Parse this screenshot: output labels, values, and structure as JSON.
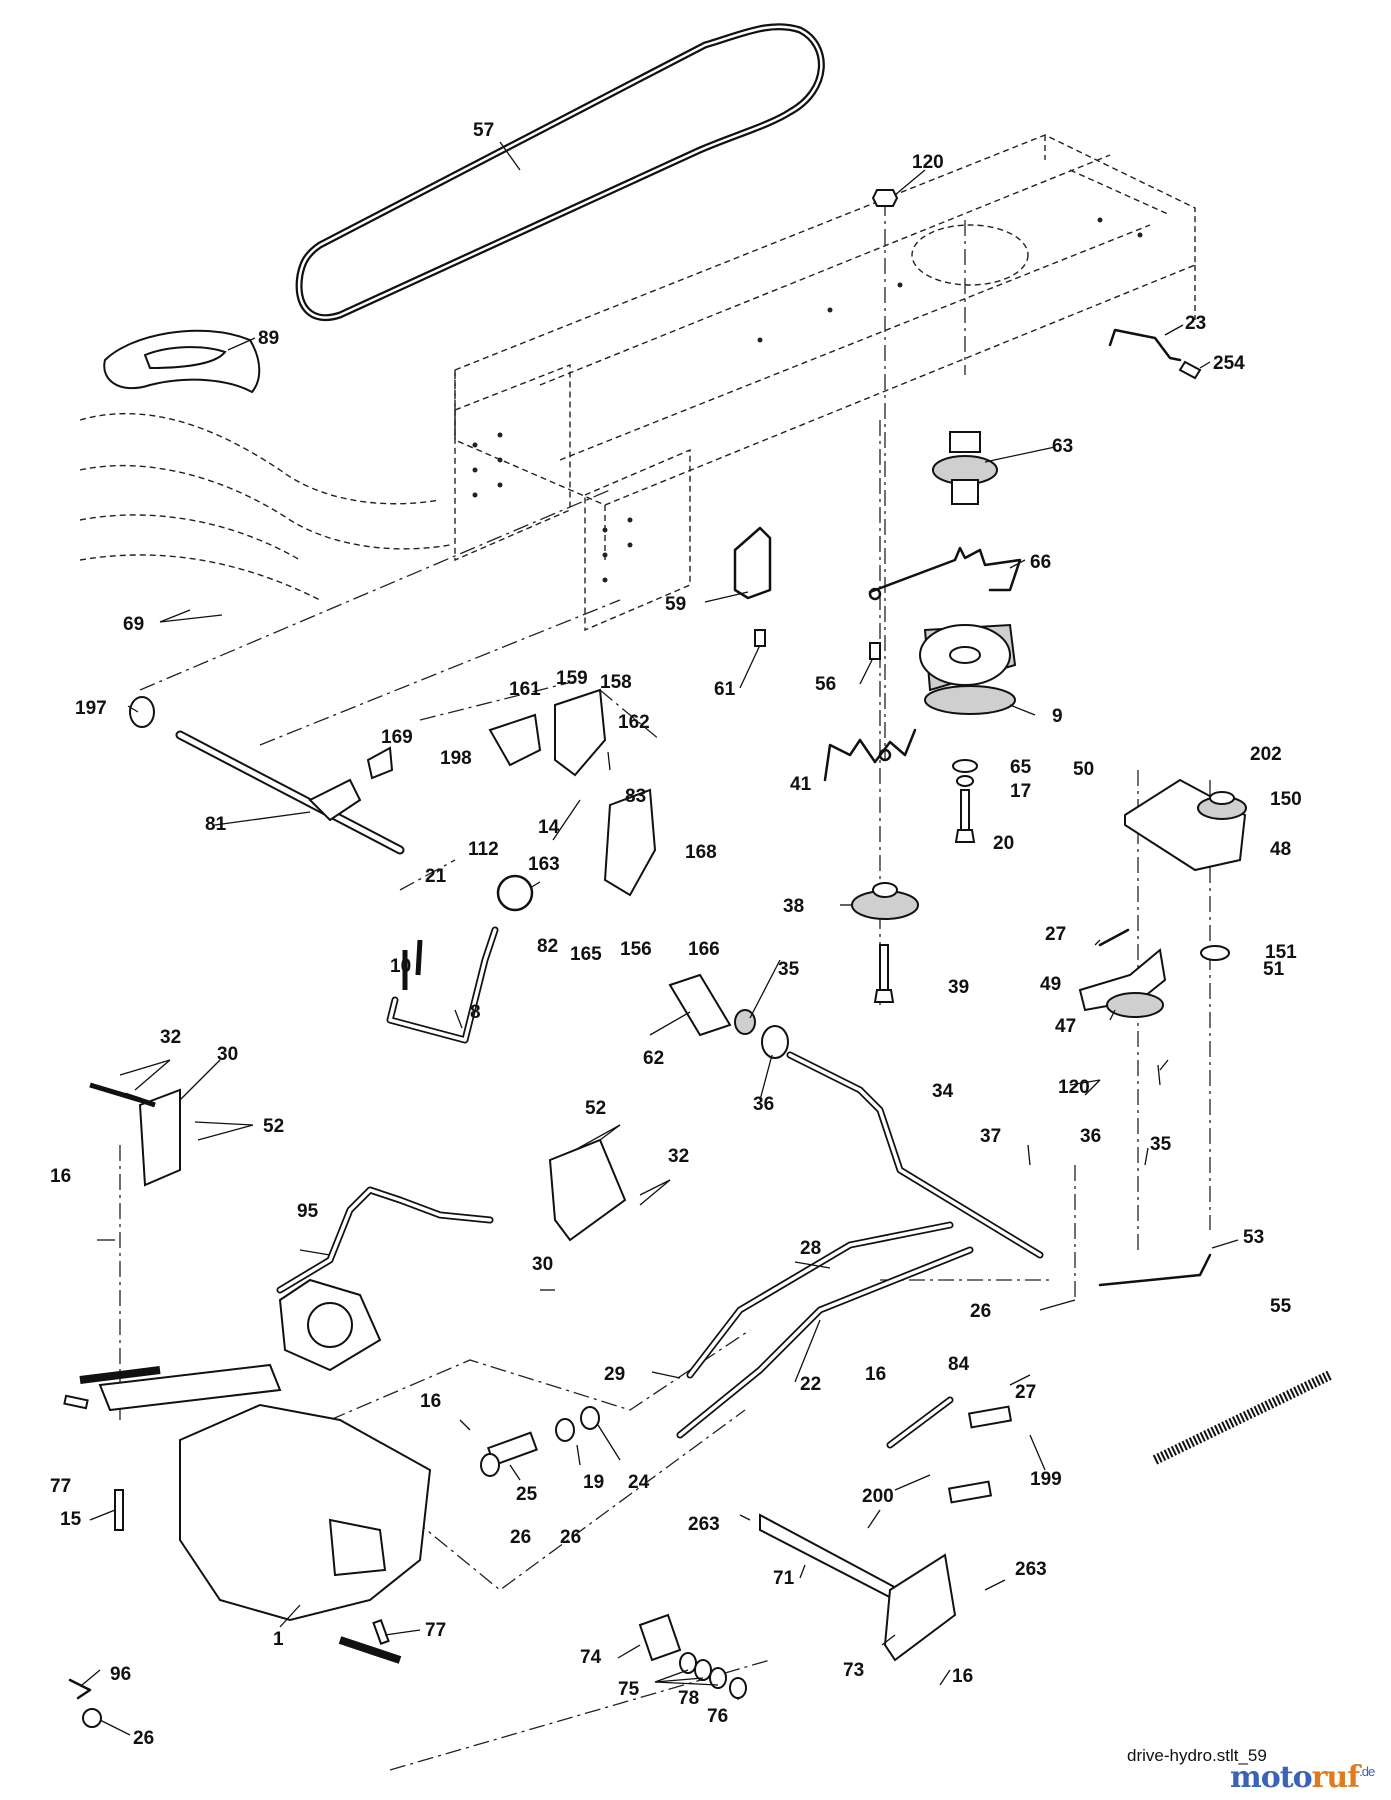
{
  "diagram": {
    "caption": "drive-hydro.stlt_59",
    "watermark": {
      "main": "moto",
      "accent": "ruf",
      "suffix": ".de"
    },
    "callouts": [
      "57",
      "120",
      "89",
      "23",
      "254",
      "63",
      "66",
      "59",
      "69",
      "61",
      "56",
      "9",
      "197",
      "161",
      "159",
      "158",
      "169",
      "162",
      "198",
      "65",
      "41",
      "17",
      "50",
      "202",
      "150",
      "81",
      "83",
      "112",
      "14",
      "168",
      "20",
      "48",
      "163",
      "21",
      "38",
      "27",
      "82",
      "165",
      "156",
      "166",
      "10",
      "35",
      "151",
      "8",
      "49",
      "51",
      "39",
      "62",
      "47",
      "32",
      "30",
      "36",
      "34",
      "120",
      "37",
      "52",
      "16",
      "52",
      "32",
      "36",
      "35",
      "95",
      "30",
      "28",
      "53",
      "26",
      "55",
      "16",
      "84",
      "29",
      "22",
      "27",
      "16",
      "77",
      "199",
      "25",
      "19",
      "24",
      "200",
      "263",
      "26",
      "26",
      "263",
      "15",
      "71",
      "77",
      "96",
      "74",
      "75",
      "78",
      "73",
      "16",
      "76",
      "1",
      "26"
    ]
  }
}
